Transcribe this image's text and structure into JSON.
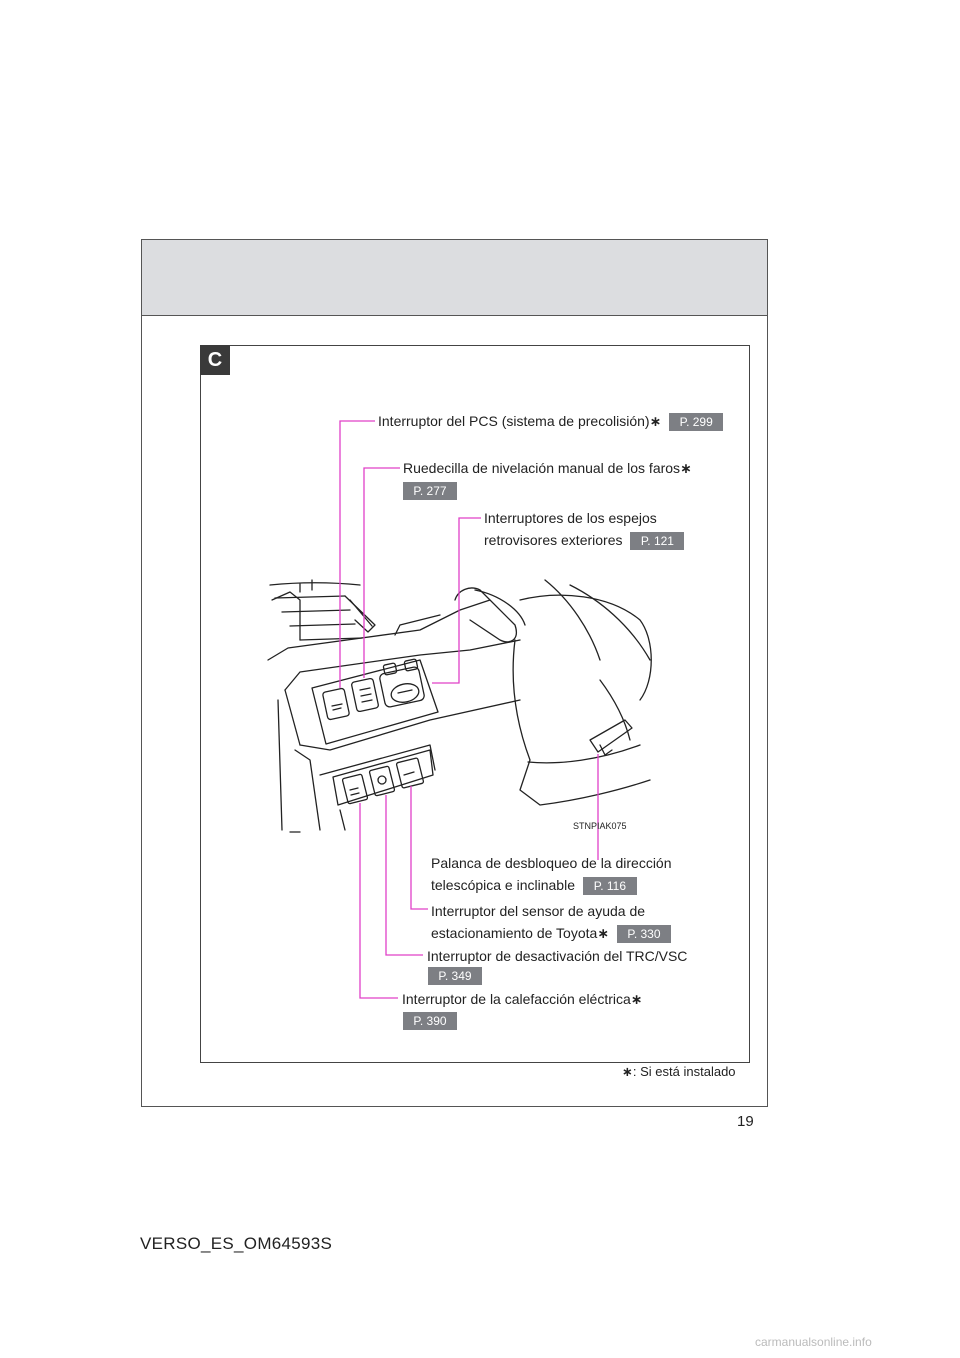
{
  "section": {
    "tag": "C"
  },
  "callouts": {
    "pcs": {
      "label": "Interruptor del PCS (sistema de precolisión)",
      "asterisk": "∗",
      "page": "P. 299"
    },
    "headlight": {
      "label": "Ruedecilla de nivelación manual de los faros",
      "asterisk": "∗",
      "page": "P. 277"
    },
    "mirrors": {
      "line1": "Interruptores de los espejos",
      "line2": "retrovisores exteriores",
      "page": "P. 121"
    },
    "steering": {
      "line1": "Palanca de desbloqueo de la dirección",
      "line2": "telescópica e inclinable",
      "page": "P. 116"
    },
    "parking": {
      "line1": "Interruptor del sensor de ayuda de",
      "line2": "estacionamiento de Toyota",
      "asterisk": "∗",
      "page": "P. 330"
    },
    "trc": {
      "label": "Interruptor de desactivación del TRC/VSC",
      "page": "P. 349"
    },
    "heater": {
      "label": "Interruptor de la calefacción eléctrica",
      "asterisk": "∗",
      "page": "P. 390"
    }
  },
  "illustration": {
    "code": "STNPIAK075"
  },
  "footnote": {
    "asterisk": "∗",
    "text": ": Si está instalado"
  },
  "page_number": "19",
  "footer_code": "VERSO_ES_OM64593S",
  "watermark": "carmanualsonline.info",
  "colors": {
    "leader_line": "#e040c8",
    "badge": "#7d7f84",
    "header_band": "#dcdde0"
  }
}
